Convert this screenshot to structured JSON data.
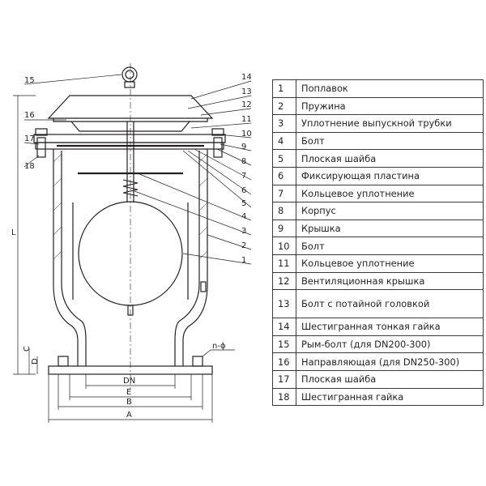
{
  "callouts": [
    "1",
    "2",
    "3",
    "4",
    "5",
    "6",
    "7",
    "8",
    "9",
    "10",
    "11",
    "12",
    "13",
    "14",
    "15",
    "16",
    "17",
    "18"
  ],
  "dimensions": {
    "dn": "DN",
    "e": "E",
    "b": "B",
    "a": "A",
    "l": "L",
    "c": "C",
    "d": "D",
    "holes": "n-ϕ"
  },
  "legend": [
    {
      "num": "1",
      "name": "Поплавок"
    },
    {
      "num": "2",
      "name": "Пружина"
    },
    {
      "num": "3",
      "name": "Уплотнение выпускной трубки"
    },
    {
      "num": "4",
      "name": "Болт"
    },
    {
      "num": "5",
      "name": "Плоская шайба"
    },
    {
      "num": "6",
      "name": "Фиксирующая пластина"
    },
    {
      "num": "7",
      "name": "Кольцевое уплотнение"
    },
    {
      "num": "8",
      "name": "Корпус"
    },
    {
      "num": "9",
      "name": "Крышка"
    },
    {
      "num": "10",
      "name": "Болт"
    },
    {
      "num": "11",
      "name": "Кольцевое уплотнение"
    },
    {
      "num": "12",
      "name": "Вентиляционная крышка"
    },
    {
      "num": "13",
      "name": "Болт с потайной головкой"
    },
    {
      "num": "14",
      "name": "Шестигранная тонкая гайка"
    },
    {
      "num": "15",
      "name": "Рым-болт (для DN200-300)"
    },
    {
      "num": "16",
      "name": "Направляющая (для DN250-300)"
    },
    {
      "num": "17",
      "name": "Плоская шайба"
    },
    {
      "num": "18",
      "name": "Шестигранная гайка"
    }
  ]
}
